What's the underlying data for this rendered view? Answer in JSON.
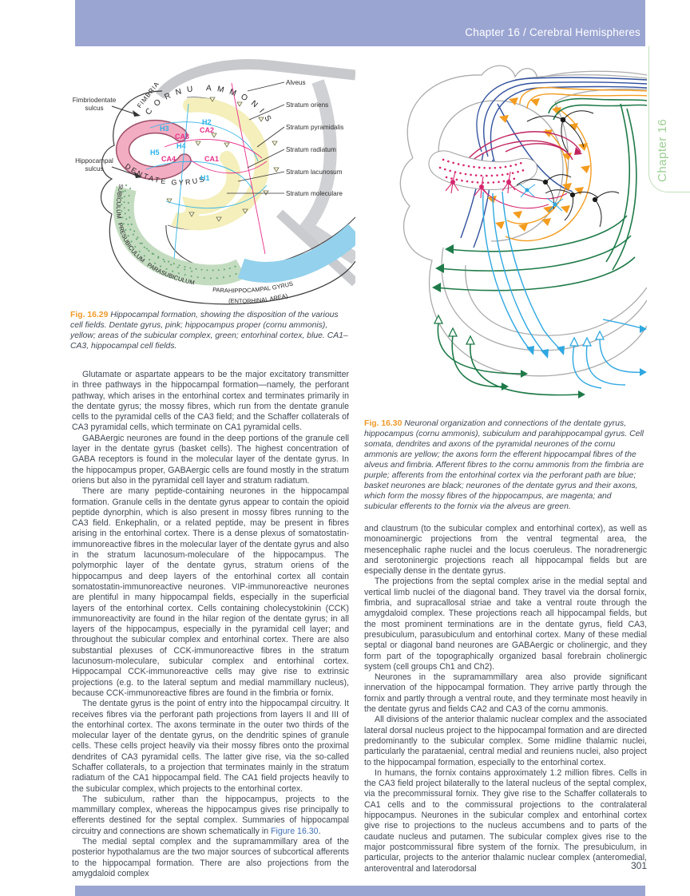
{
  "header": {
    "title": "Chapter 16 / Cerebral Hemispheres",
    "tab_label": "Chapter 16"
  },
  "page": {
    "number": "301"
  },
  "colors": {
    "banner": "#9ba5d2",
    "chapter_tab_green": "#9ccf94",
    "figure_label_orange": "#f09a28",
    "link_blue": "#4170b4",
    "fig29_dentate_pink": "#f3adc2",
    "fig29_cornu_yellow": "#f4efbb",
    "fig29_subicular_green": "#c3dcc0",
    "fig29_entorhinal_blue": "#93d1ec",
    "fig30_yellow": "#f39c1f",
    "fig30_purple": "#c0245f",
    "fig30_blue": "#31519e",
    "fig30_magenta": "#d6256e",
    "fig30_green": "#1e7a48",
    "fig30_cyan": "#2fa8e1"
  },
  "fig29": {
    "label": "Fig. 16.29",
    "caption": "Hippocampal formation, showing the disposition of the various cell fields. Dentate gyrus, pink; hippocampus proper (cornu ammonis), yellow; areas of the subicular complex, green; entorhinal cortex, blue. CA1–CA3, hippocampal cell fields.",
    "left_labels": [
      {
        "line1": "Fimbriodentate",
        "line2": "sulcus"
      },
      {
        "line1": "Hippocampal",
        "line2": "sulcus"
      }
    ],
    "right_labels": [
      "Alveus",
      "Stratum oriens",
      "Stratum pyramidalis",
      "Stratum radiatum",
      "Stratum lacunosum",
      "Stratum moleculare"
    ],
    "curved": {
      "fimbria": "FIMBRIA",
      "cornu_ammonis": "CORNU AMMONIS",
      "dentate_gyrus": "DENTATE GYRUS",
      "subiculum": "SUBICULUM",
      "presubiculum": "PRESUBICULUM",
      "parasubiculum": "PARASUBICULUM",
      "parahippocampal": "PARAHIPPOCAMPAL GYRUS",
      "entorhinal": "(ENTORHINAL AREA)"
    },
    "fields": {
      "h1": "H1",
      "h2": "H2",
      "h3": "H3",
      "h4": "H4",
      "h5": "H5",
      "ca1": "CA1",
      "ca2": "CA2",
      "ca3": "CA3",
      "ca4": "CA4"
    }
  },
  "fig30": {
    "label": "Fig. 16.30",
    "caption": "Neuronal organization and connections of the dentate gyrus, hippocampus (cornu ammonis), subiculum and parahippocampal gyrus. Cell somata, dendrites and axons of the pyramidal neurones of the cornu ammonis are yellow; the axons form the efferent hippocampal fibres of the alveus and fimbria. Afferent fibres to the cornu ammonis from the fimbria are purple; afferents from the entorhinal cortex via the perforant path are blue; basket neurones are black; neurones of the dentate gyrus and their axons, which form the mossy fibres of the hippocampus, are magenta; and subicular efferents to the fornix via the alveus are green."
  },
  "columns": {
    "left": [
      {
        "text": "Glutamate or aspartate appears to be the major excitatory transmitter in three pathways in the hippocampal formation—namely, the perforant pathway, which arises in the entorhinal cortex and terminates primarily in the dentate gyrus; the mossy fibres, which run from the dentate granule cells to the pyramidal cells of the CA3 field; and the Schaffer collaterals of CA3 pyramidal cells, which terminate on CA1 pyramidal cells."
      },
      {
        "text": "GABAergic neurones are found in the deep portions of the granule cell layer in the dentate gyrus (basket cells). The highest concentration of GABA receptors is found in the molecular layer of the dentate gyrus. In the hippocampus proper, GABAergic cells are found mostly in the stratum oriens but also in the pyramidal cell layer and stratum radiatum."
      },
      {
        "text": "There are many peptide-containing neurones in the hippocampal formation. Granule cells in the dentate gyrus appear to contain the opioid peptide dynorphin, which is also present in mossy fibres running to the CA3 field. Enkephalin, or a related peptide, may be present in fibres arising in the entorhinal cortex. There is a dense plexus of somatostatin-immunoreactive fibres in the molecular layer of the dentate gyrus and also in the stratum lacunosum-moleculare of the hippocampus. The polymorphic layer of the dentate gyrus, stratum oriens of the hippocampus and deep layers of the entorhinal cortex all contain somatostatin-immunoreactive neurones. VIP-immunoreactive neurones are plentiful in many hippocampal fields, especially in the superficial layers of the entorhinal cortex. Cells containing cholecystokinin (CCK) immunoreactivity are found in the hilar region of the dentate gyrus; in all layers of the hippocampus, especially in the pyramidal cell layer; and throughout the subicular complex and entorhinal cortex. There are also substantial plexuses of CCK-immunoreactive fibres in the stratum lacunosum-moleculare, subicular complex and entorhinal cortex. Hippocampal CCK-immunoreactive cells may give rise to extrinsic projections (e.g. to the lateral septum and medial mammillary nucleus), because CCK-immunoreactive fibres are found in the fimbria or fornix."
      },
      {
        "text": "The dentate gyrus is the point of entry into the hippocampal circuitry. It receives fibres via the perforant path projections from layers II and III of the entorhinal cortex. The axons terminate in the outer two thirds of the molecular layer of the dentate gyrus, on the dendritic spines of granule cells. These cells project heavily via their mossy fibres onto the proximal dendrites of CA3 pyramidal cells. The latter give rise, via the so-called Schaffer collaterals, to a projection that terminates mainly in the stratum radiatum of the CA1 hippocampal field. The CA1 field projects heavily to the subicular complex, which projects to the entorhinal cortex."
      },
      {
        "text_before_link": "The subiculum, rather than the hippocampus, projects to the mammillary complex, whereas the hippocampus gives rise principally to efferents destined for the septal complex. Summaries of hippocampal circuitry and connections are shown schematically in ",
        "link": "Figure 16.30",
        "text_after_link": "."
      },
      {
        "text": "The medial septal complex and the supramammillary area of the posterior hypothalamus are the two major sources of subcortical afferents to the hippocampal formation. There are also projections from the amygdaloid complex"
      }
    ],
    "right": [
      {
        "text": "and claustrum (to the subicular complex and entorhinal cortex), as well as monoaminergic projections from the ventral tegmental area, the mesencephalic raphe nuclei and the locus coeruleus. The noradrenergic and serotoninergic projections reach all hippocampal fields but are especially dense in the dentate gyrus."
      },
      {
        "text": "The projections from the septal complex arise in the medial septal and vertical limb nuclei of the diagonal band. They travel via the dorsal fornix, fimbria, and supracallosal striae and take a ventral route through the amygdaloid complex. These projections reach all hippocampal fields, but the most prominent terminations are in the dentate gyrus, field CA3, presubiculum, parasubiculum and entorhinal cortex. Many of these medial septal or diagonal band neurones are GABAergic or cholinergic, and they form part of the topographically organized basal forebrain cholinergic system (cell groups Ch1 and Ch2)."
      },
      {
        "text": "Neurones in the supramammillary area also provide significant innervation of the hippocampal formation. They arrive partly through the fornix and partly through a ventral route, and they terminate most heavily in the dentate gyrus and fields CA2 and CA3 of the cornu ammonis."
      },
      {
        "text": "All divisions of the anterior thalamic nuclear complex and the associated lateral dorsal nucleus project to the hippocampal formation and are directed predominantly to the subicular complex. Some midline thalamic nuclei, particularly the parataenial, central medial and reuniens nuclei, also project to the hippocampal formation, especially to the entorhinal cortex."
      },
      {
        "text": "In humans, the fornix contains approximately 1.2 million fibres. Cells in the CA3 field project bilaterally to the lateral nucleus of the septal complex, via the precommissural fornix. They give rise to the Schaffer collaterals to CA1 cells and to the commissural projections to the contralateral hippocampus. Neurones in the subicular complex and entorhinal cortex give rise to projections to the nucleus accumbens and to parts of the caudate nucleus and putamen. The subicular complex gives rise to the major postcommissural fibre system of the fornix. The presubiculum, in particular, projects to the anterior thalamic nuclear complex (anteromedial, anteroventral and laterodorsal"
      }
    ]
  }
}
